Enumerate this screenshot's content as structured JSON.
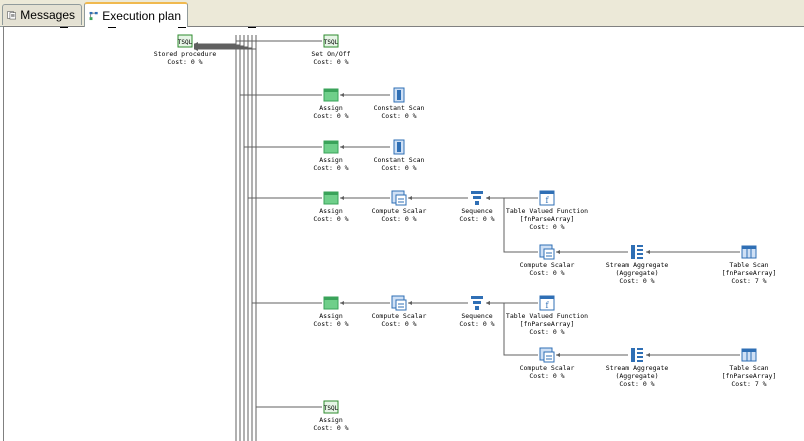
{
  "tabs": [
    {
      "label": "Messages",
      "icon": "messages-icon",
      "active": false
    },
    {
      "label": "Execution plan",
      "icon": "execution-plan-icon",
      "active": true
    }
  ],
  "nodes": [
    {
      "id": "sp",
      "label": "Stored procedure",
      "cost": "Cost: 0 %",
      "icon": "tsql-icon"
    },
    {
      "id": "set",
      "label": "Set On/Off",
      "cost": "Cost: 0 %",
      "icon": "tsql-icon"
    },
    {
      "id": "assign1",
      "label": "Assign",
      "cost": "Cost: 0 %",
      "icon": "assign-icon"
    },
    {
      "id": "const1",
      "label": "Constant Scan",
      "cost": "Cost: 0 %",
      "icon": "constant-scan-icon"
    },
    {
      "id": "assign2",
      "label": "Assign",
      "cost": "Cost: 0 %",
      "icon": "assign-icon"
    },
    {
      "id": "const2",
      "label": "Constant Scan",
      "cost": "Cost: 0 %",
      "icon": "constant-scan-icon"
    },
    {
      "id": "assign3",
      "label": "Assign",
      "cost": "Cost: 0 %",
      "icon": "assign-icon"
    },
    {
      "id": "cs1",
      "label": "Compute Scalar",
      "cost": "Cost: 0 %",
      "icon": "compute-scalar-icon"
    },
    {
      "id": "seq1",
      "label": "Sequence",
      "cost": "Cost: 0 %",
      "icon": "sequence-icon"
    },
    {
      "id": "tvf1",
      "label": "Table Valued Function",
      "sub": "[fnParseArray]",
      "cost": "Cost: 0 %",
      "icon": "table-valued-function-icon"
    },
    {
      "id": "cs2",
      "label": "Compute Scalar",
      "cost": "Cost: 0 %",
      "icon": "compute-scalar-icon"
    },
    {
      "id": "sa1",
      "label": "Stream Aggregate",
      "sub": "(Aggregate)",
      "cost": "Cost: 0 %",
      "icon": "stream-aggregate-icon"
    },
    {
      "id": "ts1",
      "label": "Table Scan",
      "sub": "[fnParseArray]",
      "cost": "Cost: 7 %",
      "icon": "table-scan-icon"
    },
    {
      "id": "assign4",
      "label": "Assign",
      "cost": "Cost: 0 %",
      "icon": "assign-icon"
    },
    {
      "id": "cs3",
      "label": "Compute Scalar",
      "cost": "Cost: 0 %",
      "icon": "compute-scalar-icon"
    },
    {
      "id": "seq2",
      "label": "Sequence",
      "cost": "Cost: 0 %",
      "icon": "sequence-icon"
    },
    {
      "id": "tvf2",
      "label": "Table Valued Function",
      "sub": "[fnParseArray]",
      "cost": "Cost: 0 %",
      "icon": "table-valued-function-icon"
    },
    {
      "id": "cs4",
      "label": "Compute Scalar",
      "cost": "Cost: 0 %",
      "icon": "compute-scalar-icon"
    },
    {
      "id": "sa2",
      "label": "Stream Aggregate",
      "sub": "(Aggregate)",
      "cost": "Cost: 0 %",
      "icon": "stream-aggregate-icon"
    },
    {
      "id": "ts2",
      "label": "Table Scan",
      "sub": "[fnParseArray]",
      "cost": "Cost: 7 %",
      "icon": "table-scan-icon"
    },
    {
      "id": "assign5",
      "label": "Assign",
      "cost": "Cost: 0 %",
      "icon": "tsql-icon"
    }
  ],
  "edges": [
    [
      "set",
      "sp"
    ],
    [
      "assign1",
      "sp"
    ],
    [
      "assign2",
      "sp"
    ],
    [
      "assign3",
      "sp"
    ],
    [
      "assign4",
      "sp"
    ],
    [
      "assign5",
      "sp"
    ],
    [
      "const1",
      "assign1"
    ],
    [
      "const2",
      "assign2"
    ],
    [
      "cs1",
      "assign3"
    ],
    [
      "seq1",
      "cs1"
    ],
    [
      "tvf1",
      "seq1"
    ],
    [
      "cs2",
      "seq1"
    ],
    [
      "sa1",
      "cs2"
    ],
    [
      "ts1",
      "sa1"
    ],
    [
      "cs3",
      "assign4"
    ],
    [
      "seq2",
      "cs3"
    ],
    [
      "tvf2",
      "seq2"
    ],
    [
      "cs4",
      "seq2"
    ],
    [
      "sa2",
      "cs4"
    ],
    [
      "ts2",
      "sa2"
    ]
  ],
  "colors": {
    "tsql": "#2e8b2e",
    "assign": "#3aa35a",
    "operator": "#2f6fb5",
    "edge": "#606060"
  }
}
